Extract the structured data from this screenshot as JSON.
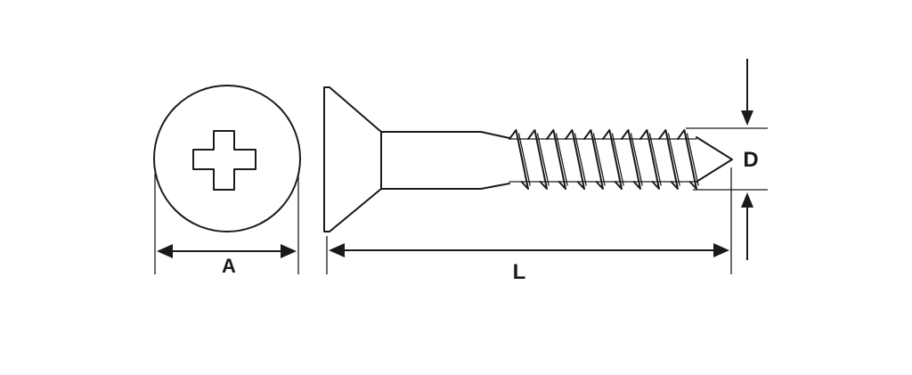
{
  "dimensions": {
    "head_diameter_label": "A",
    "length_label": "L",
    "thread_diameter_label": "D"
  },
  "colors": {
    "line": "#1a1a1a",
    "background": "#ffffff"
  }
}
